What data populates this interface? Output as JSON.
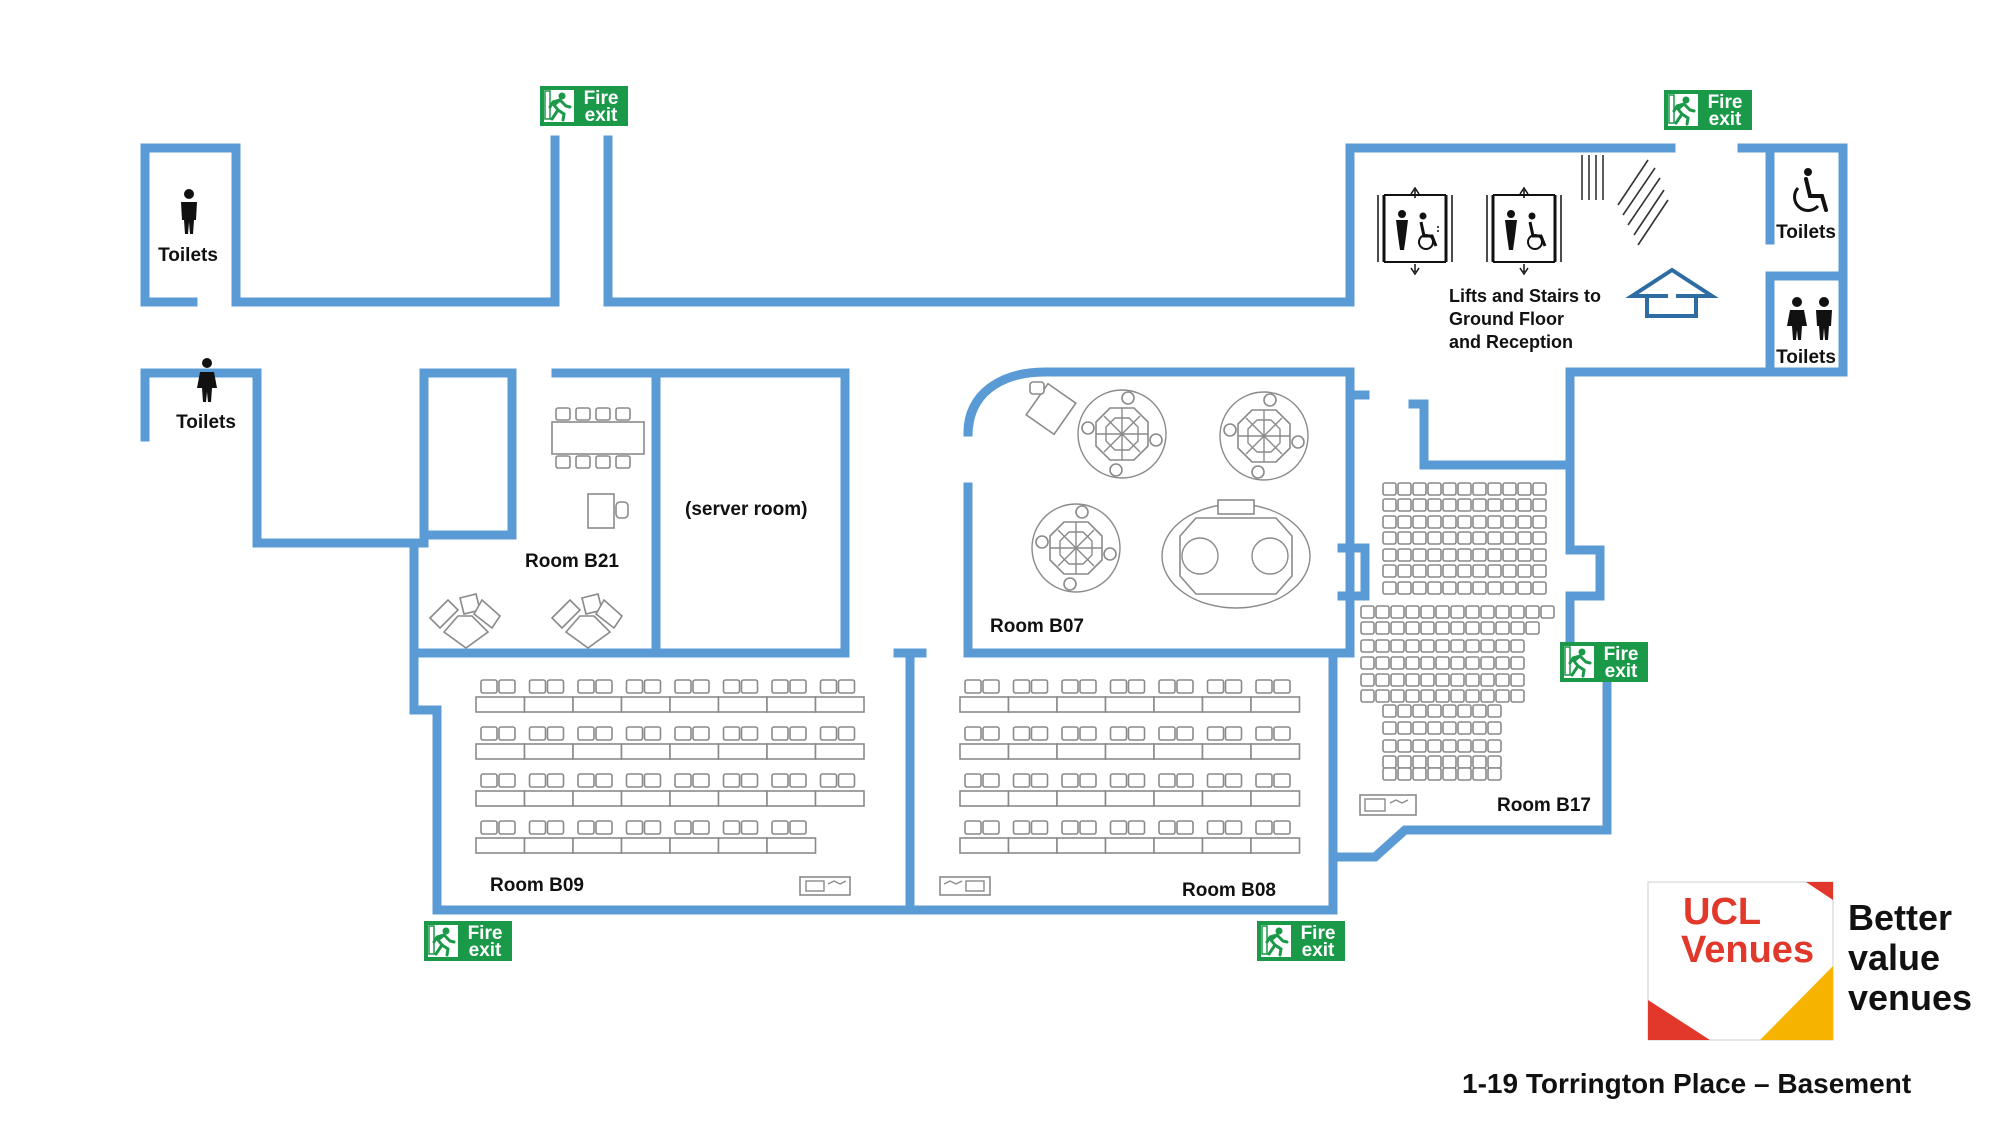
{
  "colors": {
    "wall": "#5b9bd5",
    "fire_exit": "#1a9a49",
    "ucl_red": "#e2372b",
    "ucl_yellow": "#f6b400",
    "text": "#111111"
  },
  "rooms": {
    "b21": "Room B21",
    "server": "(server room)",
    "b07": "Room B07",
    "b09": "Room B09",
    "b08": "Room B08",
    "b17": "Room B17"
  },
  "toilets": {
    "mens": "Toilets",
    "womens": "Toilets",
    "accessible": "Toilets",
    "unisex": "Toilets"
  },
  "lifts": {
    "line1": "Lifts and Stairs to",
    "line2": "Ground Floor",
    "line3": "and Reception"
  },
  "fire_exit": {
    "line1": "Fire",
    "line2": "exit"
  },
  "icons": [
    "male-toilet-icon",
    "female-toilet-icon",
    "wheelchair-icon",
    "unisex-toilet-icon",
    "lift-icon",
    "arrow-up-icon",
    "fire-exit-running-man-icon"
  ],
  "branding": {
    "logo_line1": "UCL",
    "logo_line2": "Venues",
    "tagline1": "Better",
    "tagline2": "value",
    "tagline3": "venues"
  },
  "caption": "1-19 Torrington Place – Basement"
}
